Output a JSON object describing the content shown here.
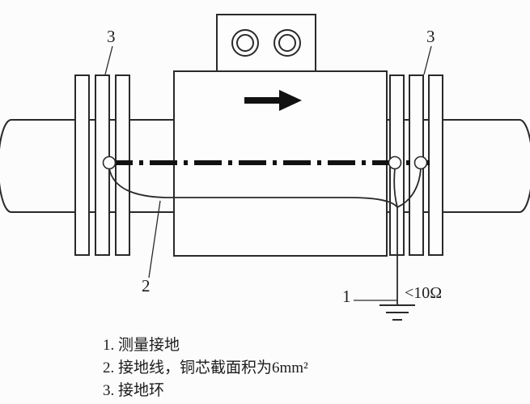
{
  "figure": {
    "callouts": {
      "left_ring": "3",
      "right_ring": "3",
      "ground_wire": "2",
      "measure_ground": "1",
      "resistance": "<10Ω"
    },
    "legend": {
      "items": [
        "1. 测量接地",
        "2. 接地线，铜芯截面积为6mm²",
        "3. 接地环"
      ]
    },
    "colors": {
      "line": "#2a2a2a",
      "fill": "#fdfdfd"
    }
  }
}
